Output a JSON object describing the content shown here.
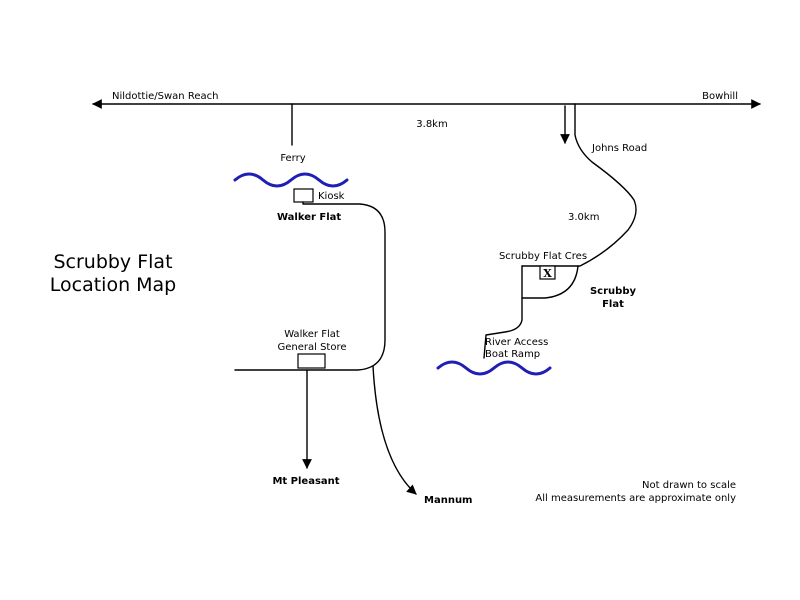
{
  "title": {
    "line1": "Scrubby Flat",
    "line2": "Location Map"
  },
  "roads": {
    "main_left": "Nildottie/Swan Reach",
    "main_right": "Bowhill",
    "main_distance": "3.8km",
    "johns_road": "Johns Road",
    "johns_distance": "3.0km",
    "mt_pleasant": "Mt Pleasant",
    "mannum": "Mannum"
  },
  "places": {
    "ferry": "Ferry",
    "kiosk": "Kiosk",
    "walker_flat": "Walker Flat",
    "general_store_line1": "Walker Flat",
    "general_store_line2": "General Store",
    "scrubby_flat_cres": "Scrubby Flat Cres",
    "destination_marker": "X",
    "scrubby_flat_line1": "Scrubby",
    "scrubby_flat_line2": "Flat",
    "boat_ramp_line1": "River Access",
    "boat_ramp_line2": "Boat Ramp"
  },
  "notes": {
    "line1": "Not drawn to scale",
    "line2": "All measurements are approximate only"
  },
  "colors": {
    "river": "#1f1fb4",
    "line": "#000000"
  },
  "icons": {
    "arrowhead": "arrow-icon",
    "river": "river-wave-icon",
    "destination": "x-marker-icon"
  }
}
